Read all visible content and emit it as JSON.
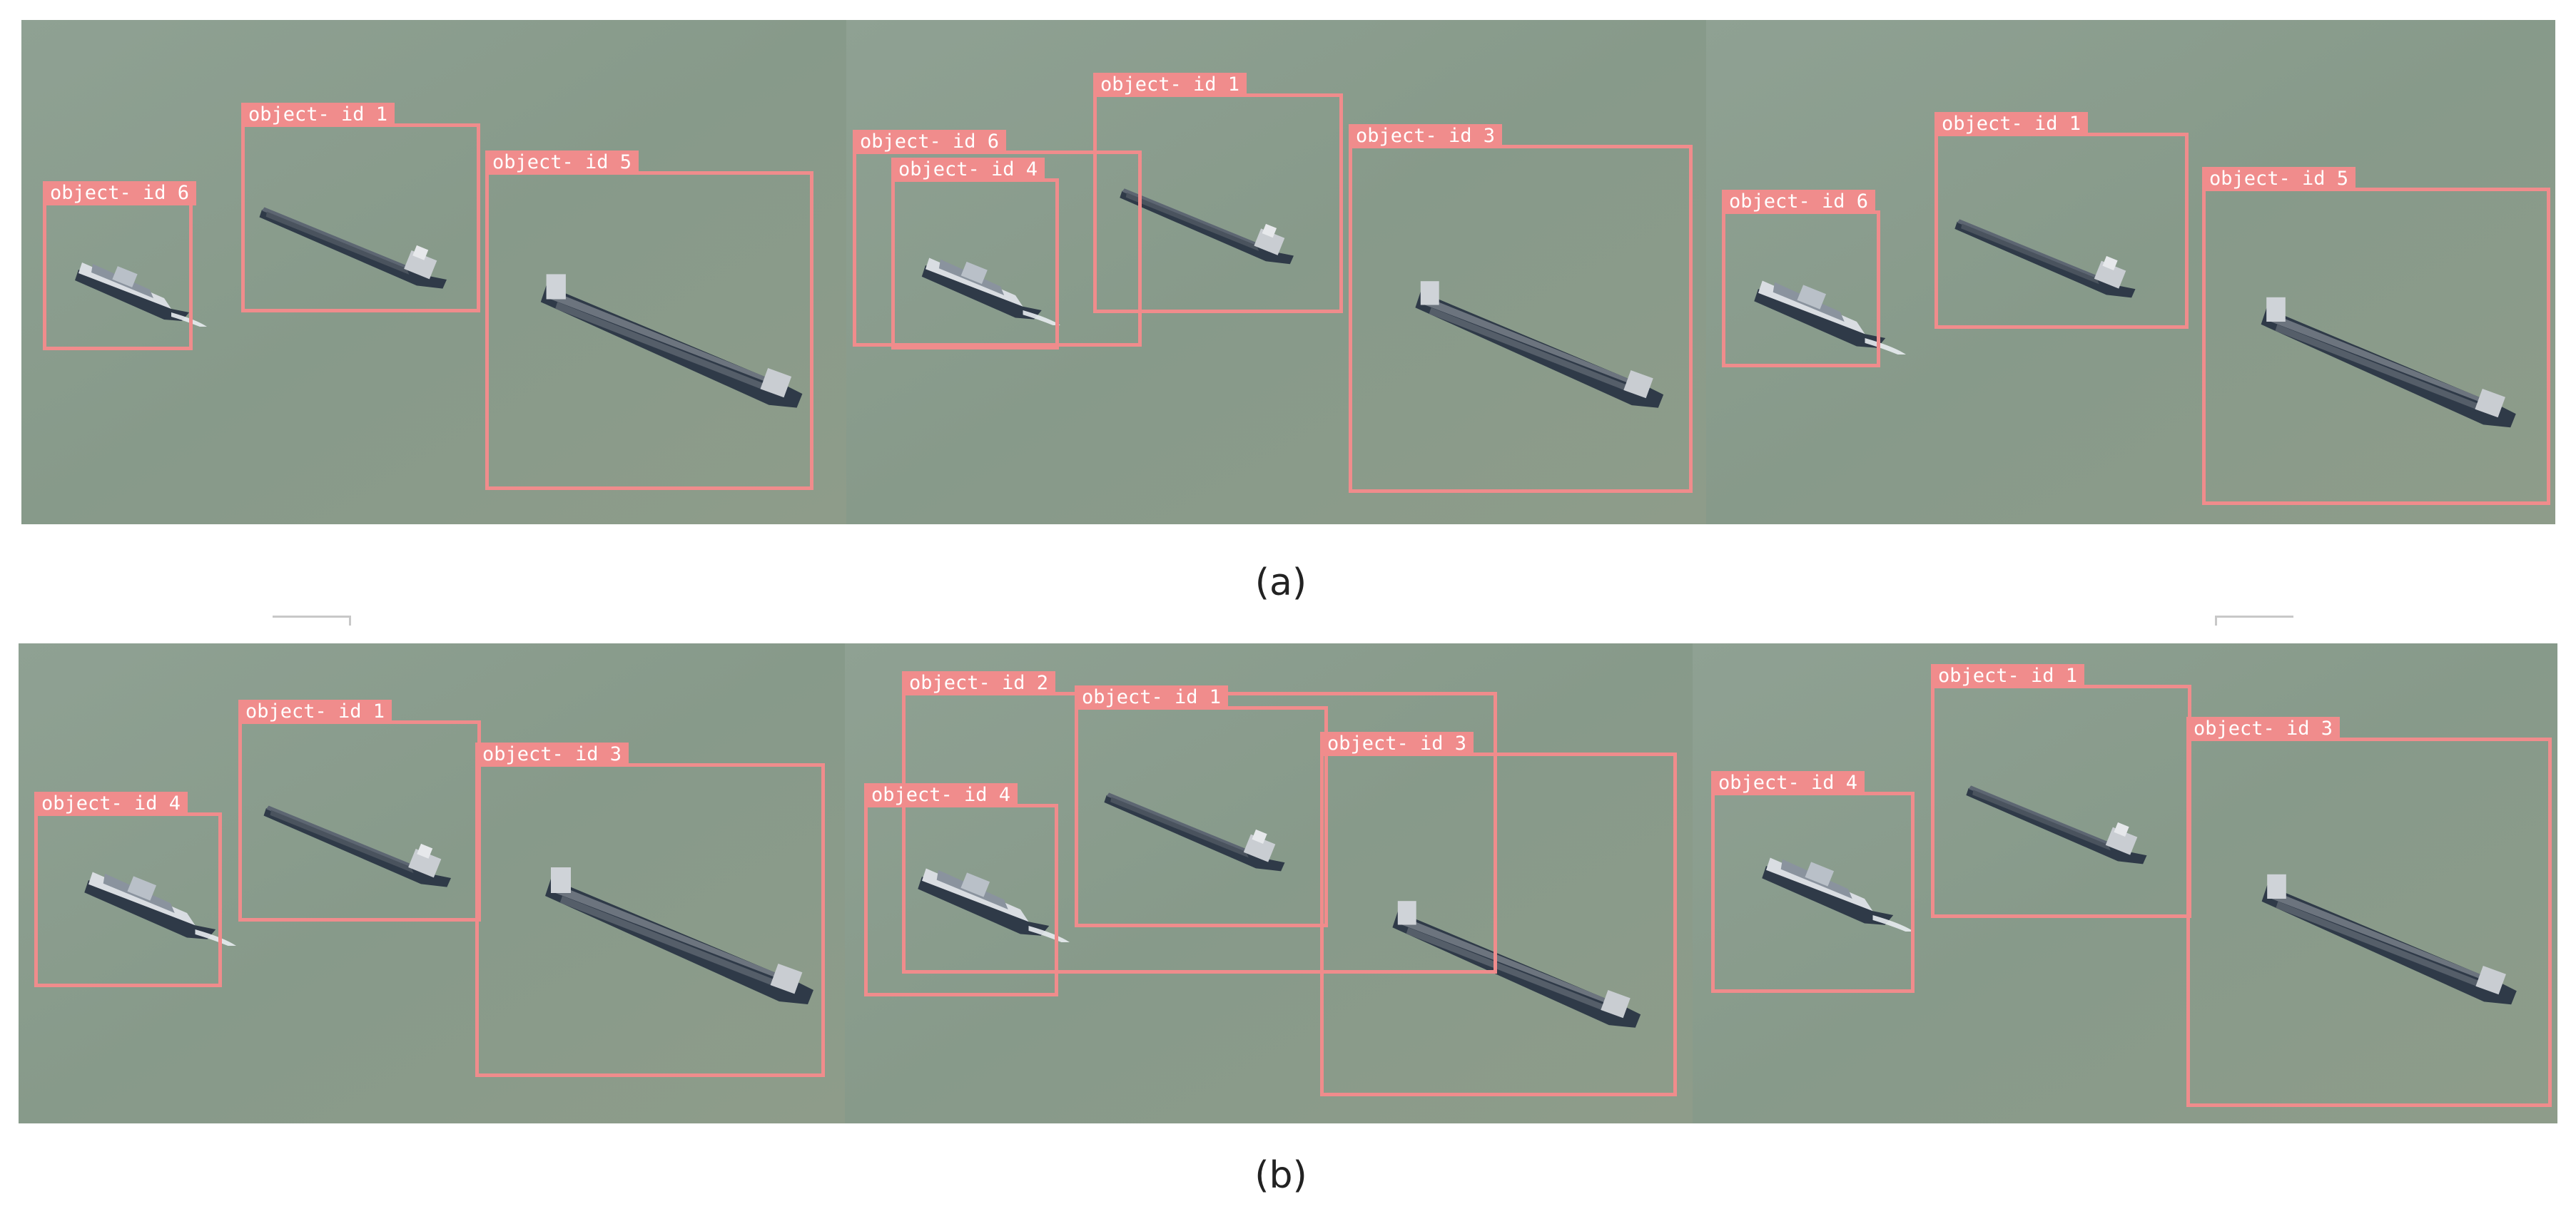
{
  "captions": {
    "a": "(a)",
    "b": "(b)"
  },
  "colors": {
    "box": "#f08c8c",
    "water": "#8a9d8c",
    "hull": "#2f3a48",
    "deck": "#5d6672"
  },
  "rows": {
    "a": {
      "frames": [
        {
          "labels": [
            "object- id 6",
            "object- id 1",
            "object- id 5"
          ]
        },
        {
          "labels": [
            "object- id 6",
            "object- id 4",
            "object- id 1",
            "object- id 3"
          ]
        },
        {
          "labels": [
            "object- id 6",
            "object- id 1",
            "object- id 5"
          ]
        }
      ]
    },
    "b": {
      "frames": [
        {
          "labels": [
            "object- id 4",
            "object- id 1",
            "object- id 3"
          ]
        },
        {
          "labels": [
            "object- id 2",
            "object- id 1",
            "object- id 4",
            "object- id 3"
          ]
        },
        {
          "labels": [
            "object- id 4",
            "object- id 1",
            "object- id 3"
          ]
        }
      ]
    }
  }
}
